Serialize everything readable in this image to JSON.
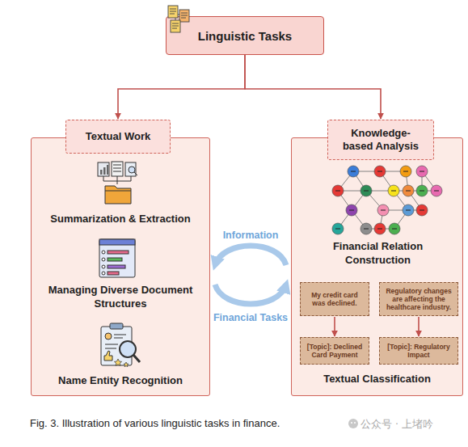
{
  "diagram": {
    "caption": "Fig. 3. Illustration of various linguistic tasks in finance.",
    "nodes": [
      {
        "text": [
          "Linguistic Tasks"
        ]
      },
      {
        "text": [
          "Textual Work",
          "Summarization & Extraction",
          "Managing Diverse Document Structures",
          "Name Entity Recognition"
        ]
      },
      {
        "text": [
          "Knowledge-based Analysis",
          "Financial Relation Construction",
          "Textual Classification"
        ]
      },
      {
        "text": [
          "My credit card was declined."
        ],
        "in": 2
      },
      {
        "text": [
          "Regulatory changes are affecting the healthcare industry."
        ],
        "in": 2
      },
      {
        "text": [
          "[Topic]: Declined Card Payment"
        ],
        "in": 2
      },
      {
        "text": [
          "[Topic]: Regulatory Impact"
        ],
        "in": 2
      }
    ],
    "edges": [
      {
        "from": 0,
        "to": 1,
        "arrow": "to"
      },
      {
        "from": 0,
        "to": 2,
        "arrow": "to"
      },
      {
        "from": 2,
        "to": 1,
        "label": "Information",
        "arrow": "to"
      },
      {
        "from": 1,
        "to": 2,
        "label": "Financial Tasks",
        "arrow": "to"
      },
      {
        "from": 3,
        "to": 5,
        "arrow": "to"
      },
      {
        "from": 4,
        "to": 6,
        "arrow": "to"
      }
    ],
    "labels": [
      "公众号 · 上堵吟"
    ]
  }
}
